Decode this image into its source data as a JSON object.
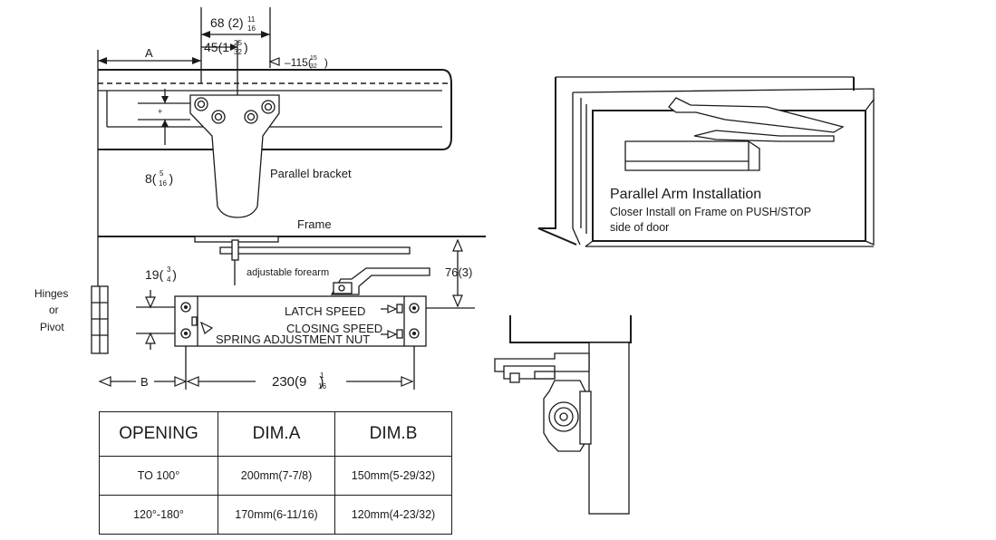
{
  "dimensions": {
    "dim68": "68 (2",
    "dim68_num": "11",
    "dim68_den": "16",
    "dim45": "45(1",
    "dim45_num": "25",
    "dim45_den": "32",
    "dim115": "115(",
    "dim115_num": "15",
    "dim115_den": "32",
    "dimA": "A",
    "dim8": "8(",
    "dim8_num": "5",
    "dim8_den": "16",
    "dim19": "19(",
    "dim19_num": "3",
    "dim19_den": "4",
    "dim76": "76(3)",
    "dimB": "B",
    "dim230": "230(9",
    "dim230_num": "1",
    "dim230_den": "16"
  },
  "labels": {
    "parallel_bracket": "Parallel bracket",
    "frame": "Frame",
    "adjustable_forearm": "adjustable forearm",
    "hinges": "Hinges",
    "or": "or",
    "pivot": "Pivot",
    "latch_speed": "LATCH SPEED",
    "closing_speed": "CLOSING SPEED",
    "spring_nut": "SPRING ADJUSTMENT NUT"
  },
  "installation": {
    "title": "Parallel Arm Installation",
    "line1": "Closer Install on Frame on PUSH/STOP",
    "line2": "side of door"
  },
  "table": {
    "headers": [
      "OPENING",
      "DIM.A",
      "DIM.B"
    ],
    "rows": [
      [
        "TO 100°",
        "200mm(7-7/8)",
        "150mm(5-29/32)"
      ],
      [
        "120°-180°",
        "170mm(6-11/16)",
        "120mm(4-23/32)"
      ]
    ]
  }
}
